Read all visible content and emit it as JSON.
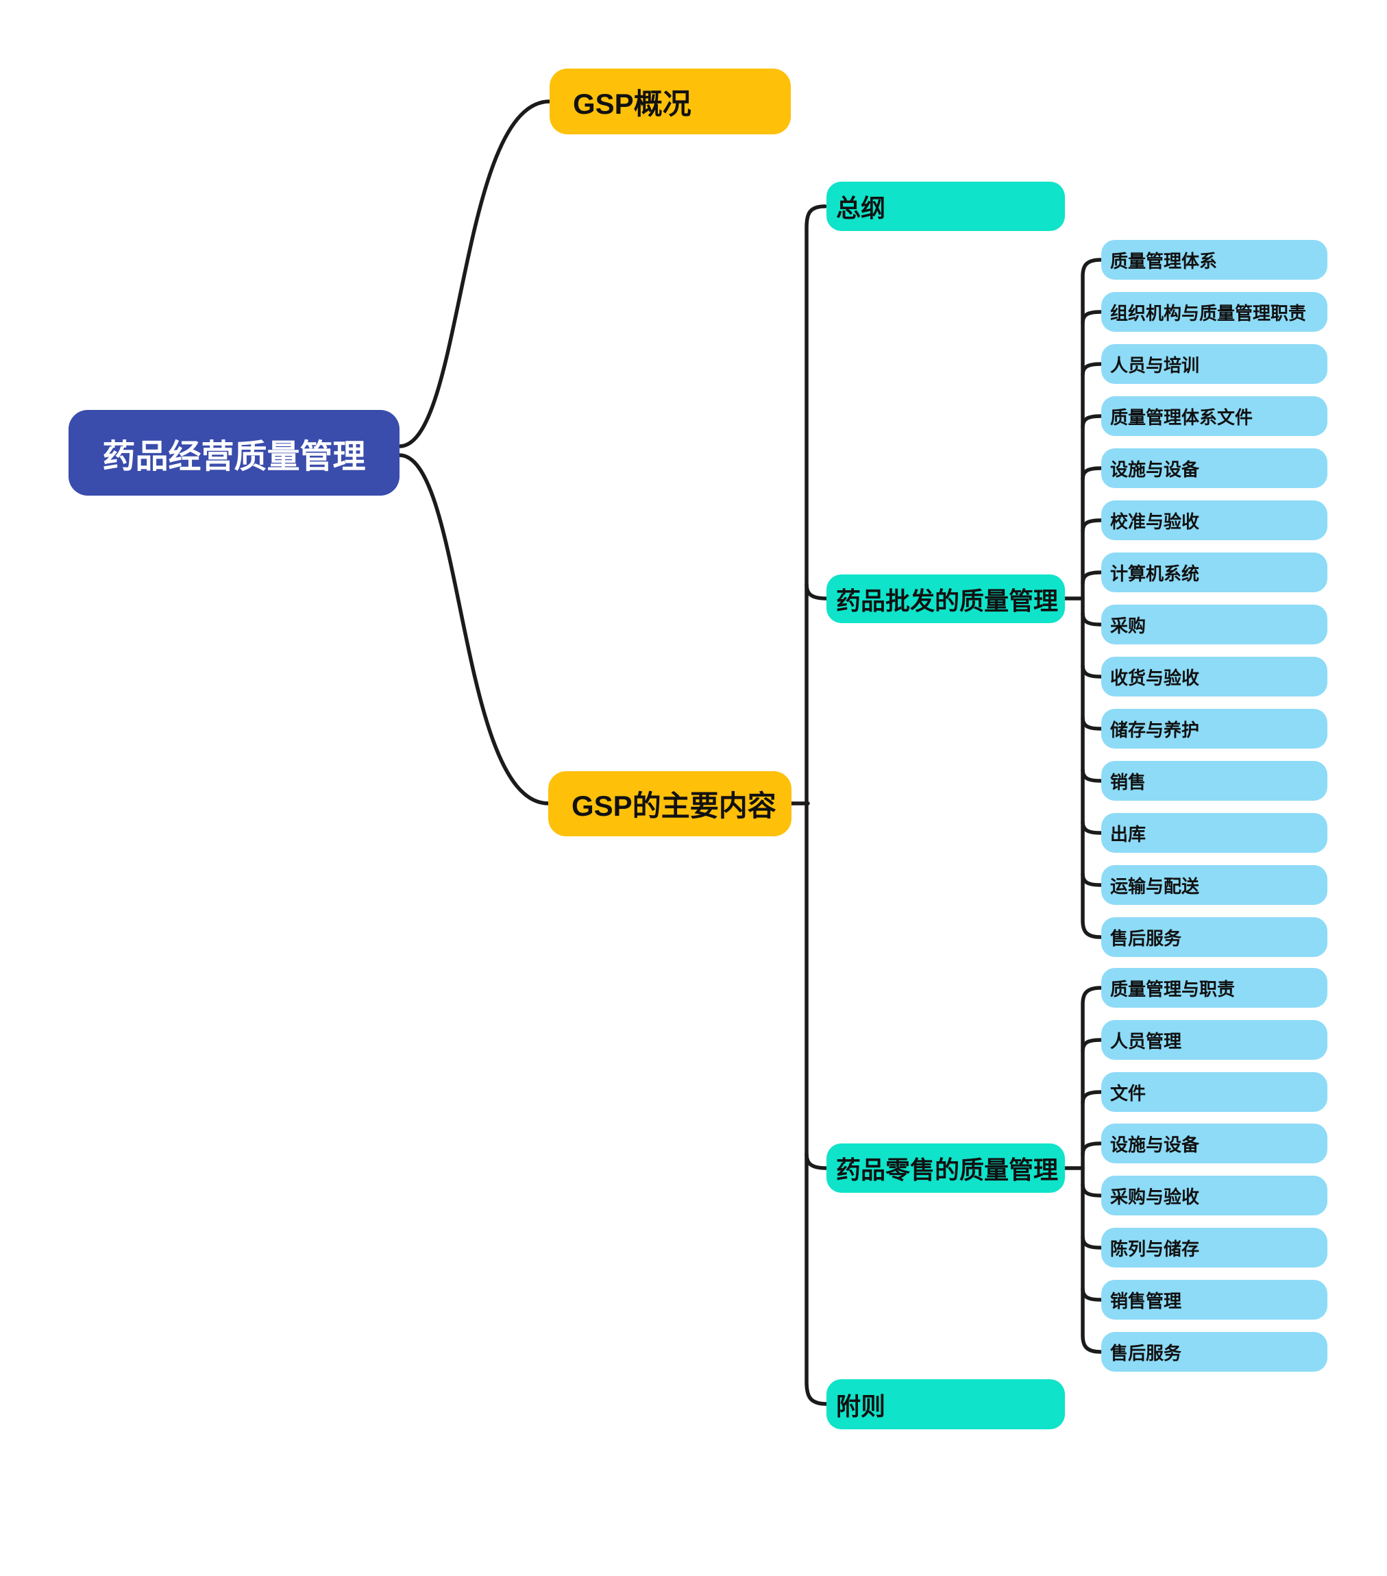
{
  "title": "药品经营质量管理 mind map",
  "root": {
    "label": "药品经营质量管理"
  },
  "branches": [
    {
      "label": "GSP概况",
      "children": []
    },
    {
      "label": "GSP的主要内容",
      "children": [
        {
          "label": "总纲",
          "children": []
        },
        {
          "label": "药品批发的质量管理",
          "children": [
            "质量管理体系",
            "组织机构与质量管理职责",
            "人员与培训",
            "质量管理体系文件",
            "设施与设备",
            "校准与验收",
            "计算机系统",
            "采购",
            "收货与验收",
            "储存与养护",
            "销售",
            "出库",
            "运输与配送",
            "售后服务"
          ]
        },
        {
          "label": "药品零售的质量管理",
          "children": [
            "质量管理与职责",
            "人员管理",
            "文件",
            "设施与设备",
            "采购与验收",
            "陈列与储存",
            "销售管理",
            "售后服务"
          ]
        },
        {
          "label": "附则",
          "children": []
        }
      ]
    }
  ],
  "palette": {
    "root_fill": "#3A4CAC",
    "root_text": "#FFFFFF",
    "level1_fill": "#FFC00A",
    "level2_fill": "#0FE3C9",
    "level3_fill": "#8DDBF7",
    "node_text": "#111111",
    "connector": "#1B1B1B",
    "background": "#FFFFFF"
  }
}
